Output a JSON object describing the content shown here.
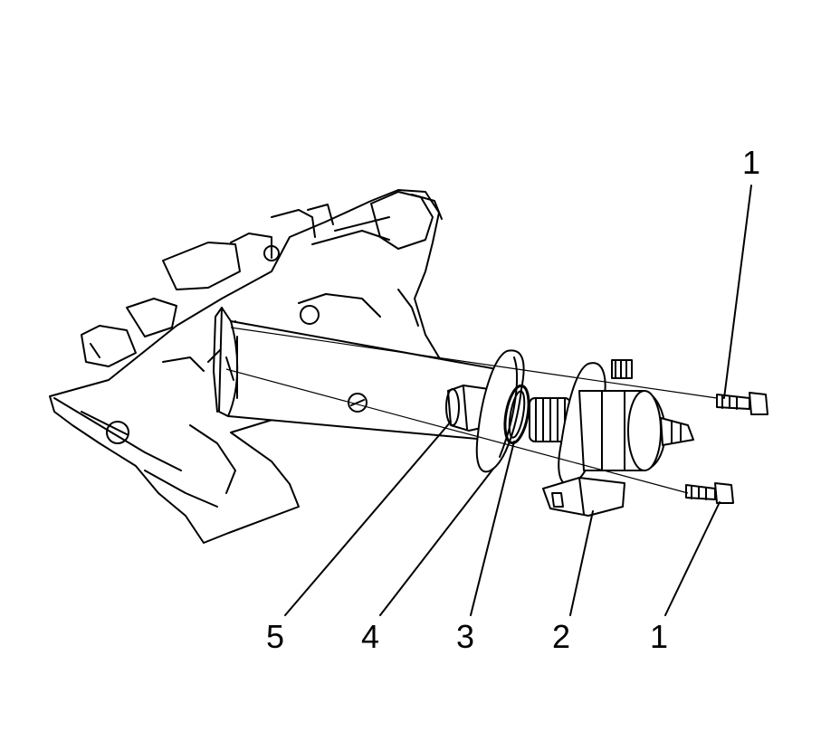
{
  "callouts": [
    {
      "id": "1a",
      "label": "1"
    },
    {
      "id": "1b",
      "label": "1"
    },
    {
      "id": "2",
      "label": "2"
    },
    {
      "id": "3",
      "label": "3"
    },
    {
      "id": "4",
      "label": "4"
    },
    {
      "id": "5",
      "label": "5"
    }
  ]
}
